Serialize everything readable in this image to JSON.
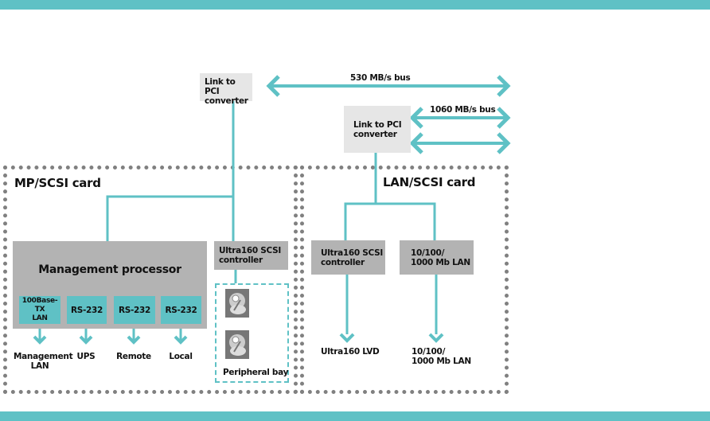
{
  "bus_530": {
    "label": "530 MB/s bus"
  },
  "bus_1060": {
    "label": "1060 MB/s bus"
  },
  "converter_top": {
    "line1": "Link to PCI",
    "line2": "converter"
  },
  "converter_right": {
    "line1": "Link to PCI",
    "line2": "converter"
  },
  "mp_card": {
    "title": "MP/SCSI card",
    "management_processor": "Management processor",
    "ports": [
      {
        "line1": "100Base-TX",
        "line2": "LAN",
        "output_line1": "Management",
        "output_line2": "LAN"
      },
      {
        "line1": "RS-232",
        "line2": "",
        "output_line1": "UPS",
        "output_line2": ""
      },
      {
        "line1": "RS-232",
        "line2": "",
        "output_line1": "Remote",
        "output_line2": ""
      },
      {
        "line1": "RS-232",
        "line2": "",
        "output_line1": "Local",
        "output_line2": ""
      }
    ],
    "scsi_controller": {
      "line1": "Ultra160 SCSI",
      "line2": "controller"
    },
    "peripheral_bay": "Peripheral bay",
    "disk_icon": "hard-disk-icon"
  },
  "lan_card": {
    "title": "LAN/SCSI card",
    "scsi_controller": {
      "line1": "Ultra160 SCSI",
      "line2": "controller",
      "output": "Ultra160 LVD"
    },
    "lan_controller": {
      "line1": "10/100/",
      "line2": "1000 Mb LAN",
      "output_line1": "10/100/",
      "output_line2": "1000 Mb LAN"
    }
  },
  "colors": {
    "accent": "#5fc1c5",
    "box_gray": "#b3b3b3",
    "box_light": "#e6e6e6",
    "border_gray": "#808080"
  }
}
